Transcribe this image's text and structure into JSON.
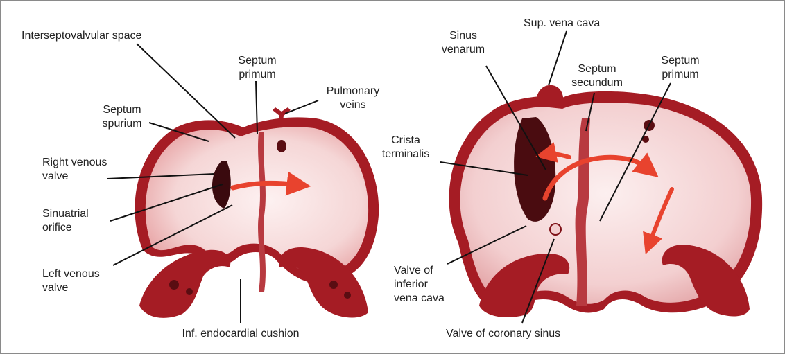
{
  "colors": {
    "wall": "#a51c24",
    "wall_dark": "#7e1016",
    "chamber": "#f6dcdc",
    "chamber_light": "#fcefef",
    "cavity": "#3a0a0e",
    "arrow": "#e8432e",
    "leader": "#111111",
    "border": "#8a8a8a"
  },
  "labels": {
    "interseptovalvular_space": "Interseptovalvular space",
    "septum_primum_left": "Septum\nprimum",
    "pulmonary_veins": "Pulmonary\nveins",
    "septum_spurium": "Septum\nspurium",
    "right_venous_valve": "Right venous\nvalve",
    "sinuatrial_orifice": "Sinuatrial\norifice",
    "left_venous_valve": "Left venous\nvalve",
    "inf_endocardial_cushion": "Inf. endocardial cushion",
    "sinus_venarum": "Sinus\nvenarum",
    "sup_vena_cava": "Sup. vena cava",
    "septum_secundum": "Septum\nsecundum",
    "septum_primum_right": "Septum\nprimum",
    "crista_terminalis": "Crista\nterminalis",
    "valve_inferior_vena_cava": "Valve of\ninferior\nvena cava",
    "valve_coronary_sinus": "Valve of coronary sinus"
  }
}
